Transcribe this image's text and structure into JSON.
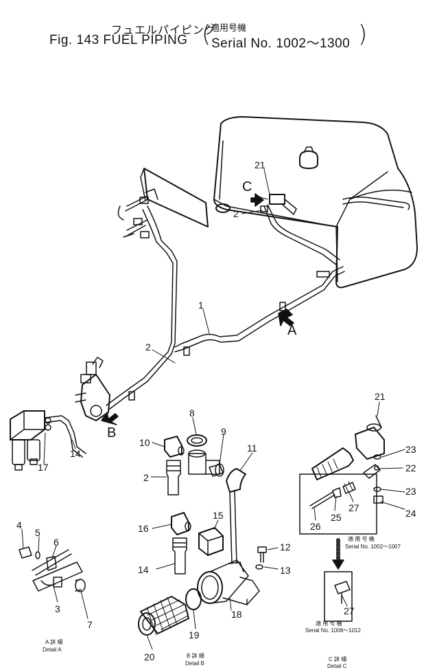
{
  "title": {
    "jp": "フュエルパイピング",
    "jp_applicable": "適用号機",
    "fig": "Fig. 143  FUEL  PIPING",
    "serial": "Serial  No.  1002～1300"
  },
  "callouts": {
    "c1": "1",
    "c2a": "2",
    "c2b": "2",
    "c2c": "2",
    "c3": "3",
    "c4": "4",
    "c5": "5",
    "c6": "6",
    "c7": "7",
    "c8": "8",
    "c9": "9",
    "c10": "10",
    "c11": "11",
    "c12": "12",
    "c13": "13",
    "c14a": "14",
    "c14b": "14",
    "c15": "15",
    "c16": "16",
    "c17": "17",
    "c18": "18",
    "c19": "19",
    "c20": "20",
    "c21a": "21",
    "c21b": "21",
    "c22": "22",
    "c23a": "23",
    "c23b": "23",
    "c24": "24",
    "c25": "25",
    "c26": "26",
    "c27a": "27",
    "c27b": "27"
  },
  "detail_views": {
    "a": "A",
    "b": "B",
    "c": "C"
  },
  "details": {
    "a_jp": "A 詳 細",
    "a_en": "Detail A",
    "b_jp": "B 詳 細",
    "b_en": "Detail B",
    "c_jp": "C 詳 細",
    "c_en": "Detail C"
  },
  "serials": {
    "s1_jp": "適 用 号 機",
    "s1": "Serial No. 1002～1007",
    "s2_jp": "適 用 号 機",
    "s2": "Serial No. 1008～1012"
  }
}
